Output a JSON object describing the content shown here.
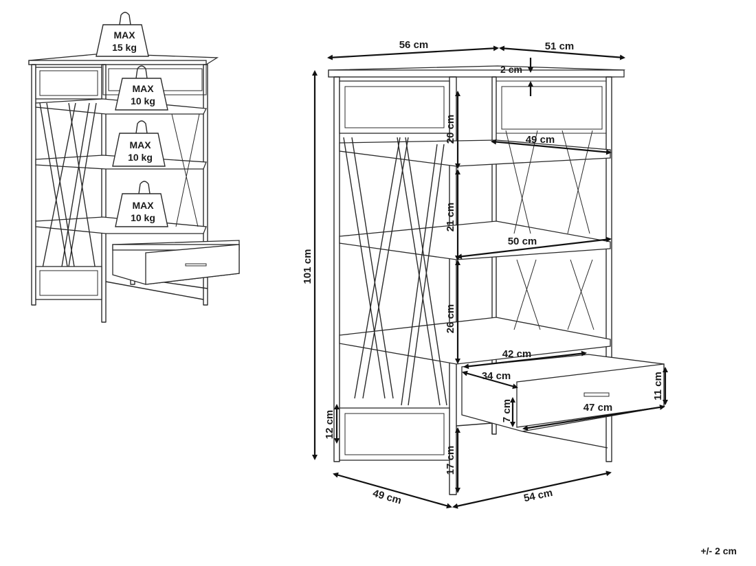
{
  "weights": {
    "top": {
      "line1": "MAX",
      "line2": "15 kg"
    },
    "shelf1": {
      "line1": "MAX",
      "line2": "10 kg"
    },
    "shelf2": {
      "line1": "MAX",
      "line2": "10 kg"
    },
    "shelf3": {
      "line1": "MAX",
      "line2": "10 kg"
    }
  },
  "dimensions": {
    "top_width": "56 cm",
    "top_depth": "51 cm",
    "top_thickness": "2 cm",
    "height_total": "101 cm",
    "gap_top": "20 cm",
    "gap_second": "21 cm",
    "gap_third": "26 cm",
    "gap_bottom": "17 cm",
    "bottom_rail": "12 cm",
    "shelf_depth_upper": "49 cm",
    "shelf_depth_middle": "50 cm",
    "drawer_inner_depth": "42 cm",
    "drawer_inner_width": "34 cm",
    "drawer_height_inner": "7 cm",
    "drawer_height_outer": "11 cm",
    "drawer_front_width": "47 cm",
    "base_width": "49 cm",
    "base_depth": "54 cm"
  },
  "tolerance": "+/- 2 cm"
}
